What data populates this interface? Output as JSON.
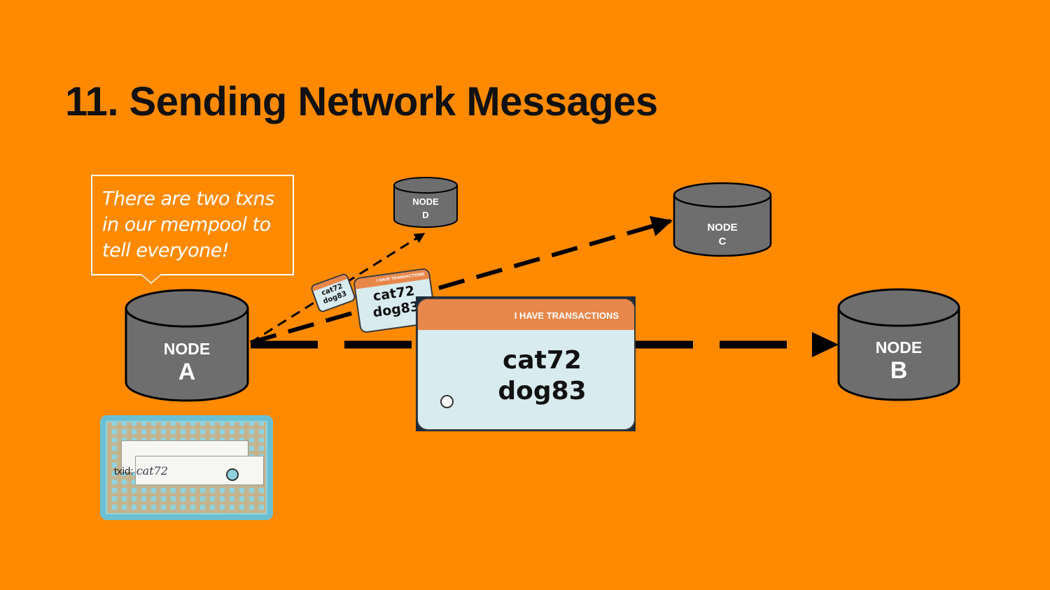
{
  "slide": {
    "title": "11. Sending Network Messages",
    "bubble_text": "There are two txns in our mempool to tell everyone!"
  },
  "nodes": {
    "a": {
      "word": "NODE",
      "letter": "A"
    },
    "b": {
      "word": "NODE",
      "letter": "B"
    },
    "c": {
      "word": "NODE",
      "letter": "C"
    },
    "d": {
      "word": "NODE",
      "letter": "D"
    }
  },
  "message_card": {
    "header": "I HAVE TRANSACTIONS",
    "txids": [
      "cat72",
      "dog83"
    ]
  },
  "basket": {
    "slip_label": "txid:",
    "slip_value": "cat72"
  },
  "colors": {
    "background": "#ff8a00",
    "node_fill": "#6e6e6e",
    "card_header": "#e8874a",
    "card_body": "#d8ebef",
    "arrow": "#000000"
  }
}
